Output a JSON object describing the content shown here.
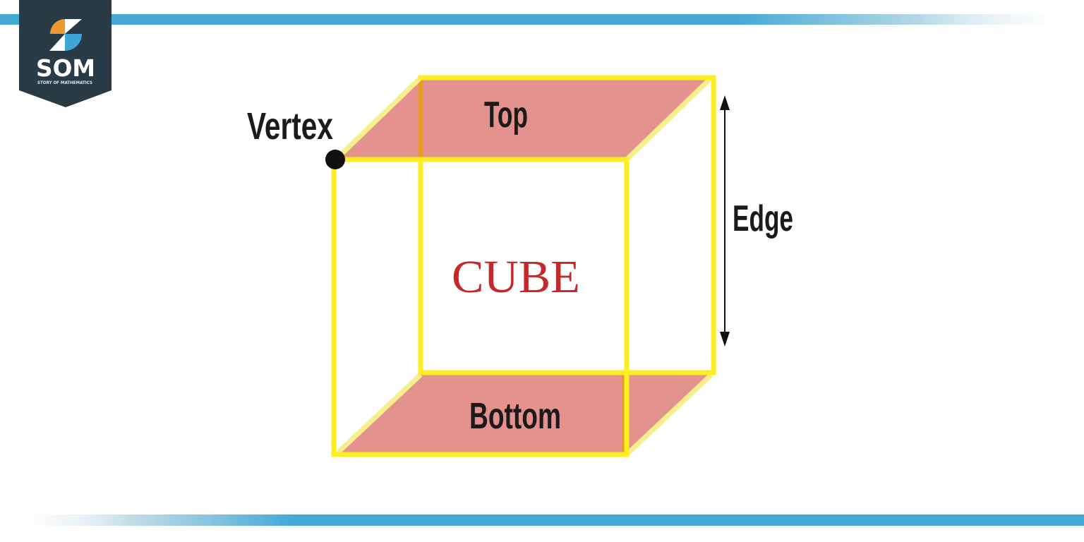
{
  "brand": {
    "name": "SOM",
    "tagline": "STORY OF MATHEMATICS",
    "banner_color": "#283b47",
    "orange": "#ee9a34",
    "blue": "#3fa6d8"
  },
  "decor": {
    "bar_color": "#45a9d6"
  },
  "diagram": {
    "title": "CUBE",
    "title_color": "#c4282b",
    "labels": {
      "vertex": "Vertex",
      "top": "Top",
      "edge": "Edge",
      "bottom": "Bottom"
    },
    "colors": {
      "edge": "#fcee21",
      "hidden_edge": "#f5ef8c",
      "face_fill": "#e4928e",
      "vertex_dot": "#111111",
      "arrow": "#111111"
    }
  }
}
